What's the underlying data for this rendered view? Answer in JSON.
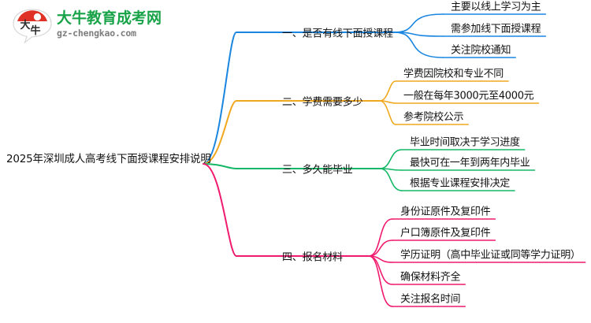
{
  "logo": {
    "mark_text": "大牛",
    "name": "大牛教育成考网",
    "url": "gz-chengkao.com",
    "brand_green": "#18a349",
    "brand_red": "#e03127"
  },
  "mindmap": {
    "root": {
      "label": "2025年深圳成人高考线下面授课程安排说明"
    },
    "branches": [
      {
        "label": "一、是否有线下面授课程",
        "color": "#1a86e0",
        "leaves": [
          {
            "label": "主要以线上学习为主"
          },
          {
            "label": "需参加线下面授课程"
          },
          {
            "label": "关注院校通知"
          }
        ]
      },
      {
        "label": "二、学费需要多少",
        "color": "#f0a81e",
        "leaves": [
          {
            "label": "学费因院校和专业不同"
          },
          {
            "label": "一般在每年3000元至4000元"
          },
          {
            "label": "参考院校公示"
          }
        ]
      },
      {
        "label": "三、多久能毕业",
        "color": "#14b866",
        "leaves": [
          {
            "label": "毕业时间取决于学习进度"
          },
          {
            "label": "最快可在一年到两年内毕业"
          },
          {
            "label": "根据专业课程安排决定"
          }
        ]
      },
      {
        "label": "四、报名材料",
        "color": "#f01a6e",
        "leaves": [
          {
            "label": "身份证原件及复印件"
          },
          {
            "label": "户口簿原件及复印件"
          },
          {
            "label": "学历证明（高中毕业证或同等学力证明）"
          },
          {
            "label": "确保材料齐全"
          },
          {
            "label": "关注报名时间"
          }
        ]
      }
    ]
  }
}
